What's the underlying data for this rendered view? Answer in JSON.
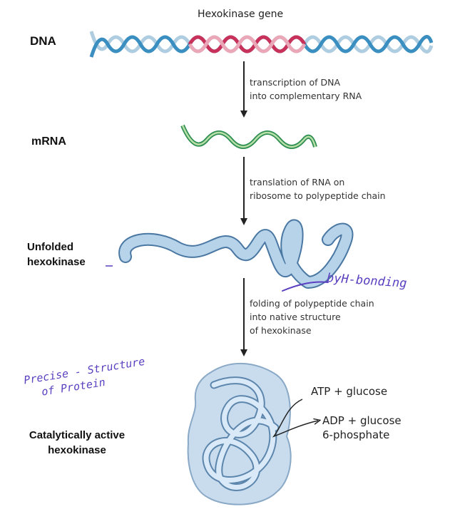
{
  "gene_label": "Hexokinase gene",
  "stages": {
    "dna": "DNA",
    "mrna": "mRNA",
    "unfolded": [
      "Unfolded",
      "hexokinase"
    ],
    "active": [
      "Catalytically active",
      "hexokinase"
    ]
  },
  "steps": {
    "transcription": [
      "transcription of DNA",
      "into complementary RNA"
    ],
    "translation": [
      "translation of RNA on",
      "ribosome to polypeptide chain"
    ],
    "folding": [
      "folding of polypeptide chain",
      "into native structure",
      "of hexokinase"
    ]
  },
  "reaction": {
    "substrate": "ATP + glucose",
    "product_line1": "ADP + glucose",
    "product_line2": "6-phosphate"
  },
  "annotations": {
    "bonding": "byH-bonding",
    "precise": [
      "Precise - Structure",
      "of Protein"
    ]
  },
  "colors": {
    "dna_blue": "#3b8ec0",
    "dna_red": "#c8325a",
    "mrna_green": "#4aa86a",
    "protein_blue": "#b7d3ea",
    "arrow": "#222222",
    "handwriting": "#5a3fc0"
  }
}
